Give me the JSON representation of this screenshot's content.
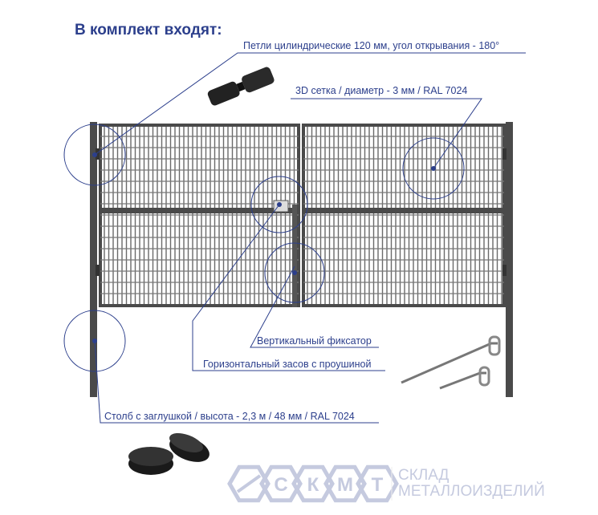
{
  "title": "В комплект входят:",
  "callouts": {
    "hinges": "Петли цилиндрические 120 мм, угол открывания - 180°",
    "mesh": "3D сетка / диаметр - 3 мм / RAL 7024",
    "vertical_lock": "Вертикальный фиксатор",
    "horizontal_bolt": "Горизонтальный засов с проушиной",
    "post": "Столб с заглушкой / высота - 2,3 м / 48 мм / RAL 7024"
  },
  "logo": {
    "letters": "СКМТ",
    "line1": "СКЛАД",
    "line2": "МЕТАЛЛОИЗДЕЛИЙ"
  },
  "colors": {
    "accent": "#2c3f8c",
    "gate": "#4a4a4a",
    "logo": "#c5cadf"
  }
}
